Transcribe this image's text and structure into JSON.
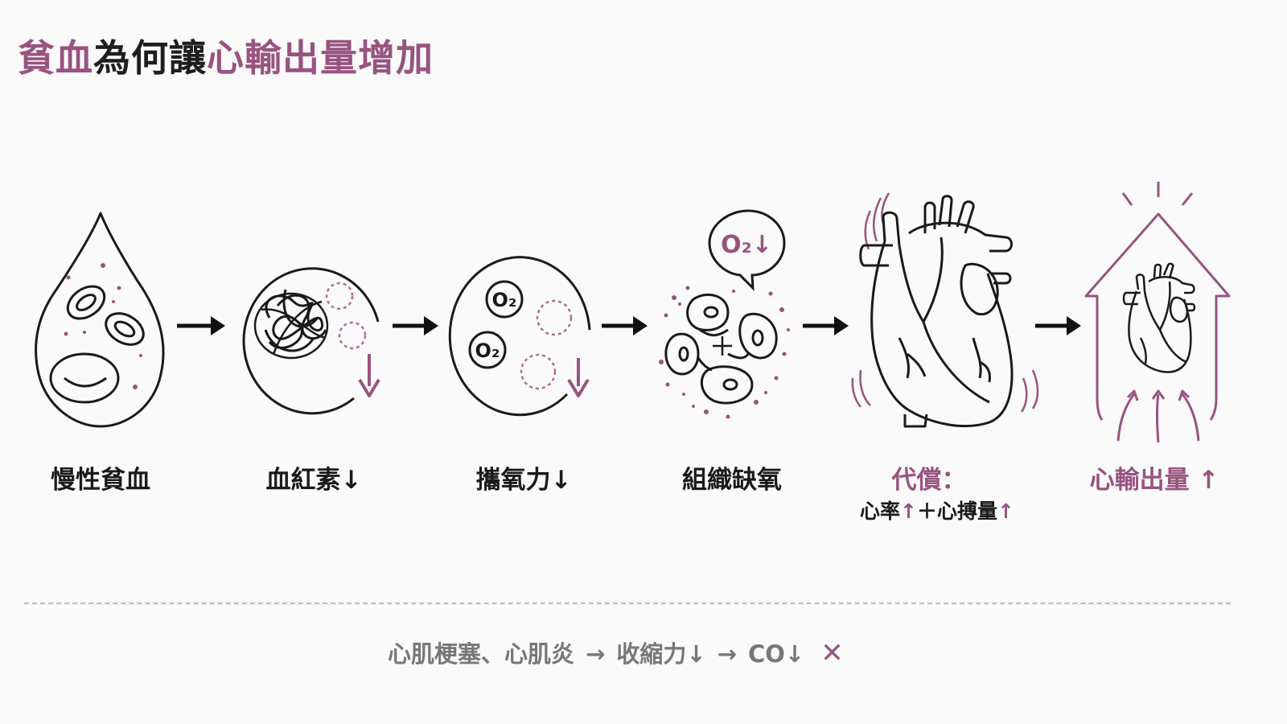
{
  "title": {
    "part1": "貧血",
    "part2": "為何讓",
    "part3": "心輸出量增加"
  },
  "colors": {
    "accent": "#985380",
    "ink": "#1e1e1e",
    "muted": "#777777"
  },
  "steps": [
    {
      "label": "慢性貧血",
      "icon": "blood-drop-icon"
    },
    {
      "label": "血紅素↓",
      "icon": "hemoglobin-icon"
    },
    {
      "label": "攜氧力↓",
      "icon": "oxygen-capacity-icon"
    },
    {
      "label": "組織缺氧",
      "icon": "hypoxic-tissue-icon",
      "bubble": "O₂↓"
    },
    {
      "label": "代償：",
      "icon": "beating-heart-icon",
      "sub": {
        "a": "心率",
        "b": "↑",
        "c": "＋心搏量",
        "d": "↑"
      }
    },
    {
      "label": "心輸出量 ↑",
      "icon": "cardiac-output-up-icon"
    }
  ],
  "o2": "O₂",
  "footer": {
    "a": "心肌梗塞、心肌炎",
    "b": "→",
    "c": "收縮力↓",
    "d": "→",
    "e": "CO↓",
    "f": "✕"
  }
}
